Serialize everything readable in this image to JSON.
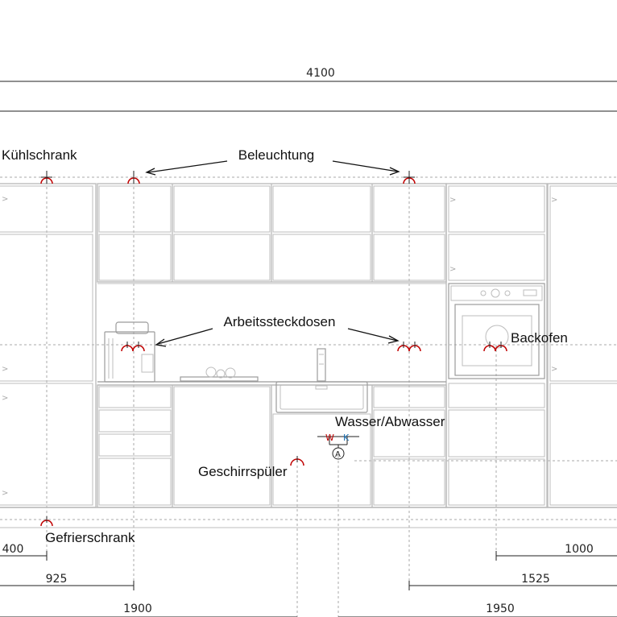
{
  "labels": {
    "fridge": "Kühlschrank",
    "lighting": "Beleuchtung",
    "sockets": "Arbeitssteckdosen",
    "oven": "Backofen",
    "water": "Wasser/Abwasser",
    "dishwasher": "Geschirrspüler",
    "freezer": "Gefrierschrank"
  },
  "dimensions": {
    "overall": "4100",
    "d400": "400",
    "d925": "925",
    "d1900": "1900",
    "d1000": "1000",
    "d1525": "1525",
    "d1950": "1950"
  },
  "symbols": {
    "water_w": "W",
    "water_k": "K",
    "drain_a": "A"
  },
  "colors": {
    "connection_symbol": "#c00000",
    "cold_water": "#1a6fb0",
    "cabinet_line": "#bdbdbd"
  }
}
